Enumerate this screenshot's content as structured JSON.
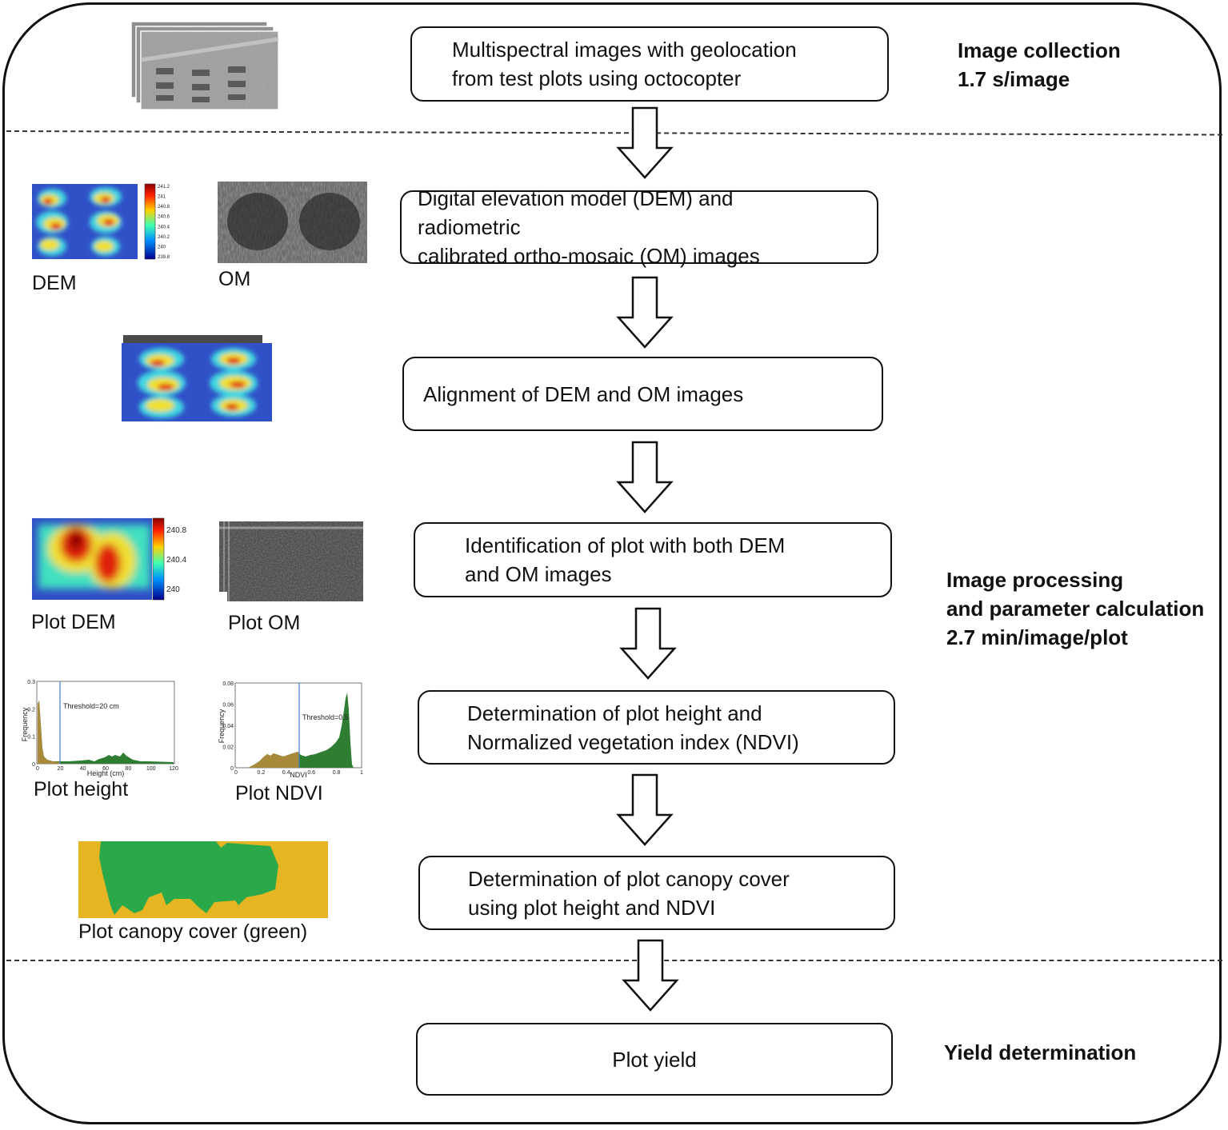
{
  "steps": [
    {
      "lines": [
        "Multispectral images with geolocation",
        "from test plots using octocopter"
      ]
    },
    {
      "lines": [
        "Digital elevation model (DEM) and radiometric",
        "calibrated ortho-mosaic  (OM) images"
      ]
    },
    {
      "lines": [
        "Alignment of DEM and OM images"
      ]
    },
    {
      "lines": [
        "Identification of plot with both DEM",
        "and OM images"
      ]
    },
    {
      "lines": [
        "Determination of plot height and",
        "Normalized vegetation index (NDVI)"
      ]
    },
    {
      "lines": [
        "Determination of plot canopy cover",
        "using plot height and NDVI"
      ]
    },
    {
      "lines": [
        "Plot yield"
      ]
    }
  ],
  "stages": {
    "collection": [
      "Image collection",
      "1.7 s/image"
    ],
    "processing": [
      "Image processing",
      "and parameter calculation",
      "2.7 min/image/plot"
    ],
    "yield": [
      "Yield determination"
    ]
  },
  "captions": {
    "dem": "DEM",
    "om": "OM",
    "plot_dem": "Plot DEM",
    "plot_om": "Plot OM",
    "plot_height": "Plot height",
    "plot_ndvi": "Plot NDVI",
    "canopy": "Plot canopy cover (green)"
  },
  "dem_colorbar_ticks": [
    "241.2",
    "241",
    "240.8",
    "240.6",
    "240.4",
    "240.2",
    "240",
    "239.8"
  ],
  "plot_dem_colorbar_ticks": [
    "240.8",
    "240.4",
    "240"
  ],
  "height_histogram": {
    "threshold_label": "Threshold=20 cm",
    "xlabel": "Height (cm)",
    "ylabel": "Frequency",
    "xticks": [
      "0",
      "20",
      "40",
      "60",
      "80",
      "100",
      "120"
    ],
    "yticks": [
      "0",
      "0.1",
      "0.2",
      "0.3"
    ]
  },
  "ndvi_histogram": {
    "threshold_label": "Threshold=0.5",
    "xlabel": "NDVI",
    "ylabel": "Frequency",
    "xticks": [
      "0",
      "0.2",
      "0.4",
      "0.6",
      "0.8",
      "1"
    ],
    "yticks": [
      "0",
      "0.02",
      "0.04",
      "0.06",
      "0.08"
    ]
  },
  "colors": {
    "canopy_green": "#2aa84a",
    "soil_yellow": "#e5b523",
    "hist_brown": "#a88a3a",
    "hist_green": "#2e7d32",
    "threshold_line": "#3b7fc4"
  }
}
